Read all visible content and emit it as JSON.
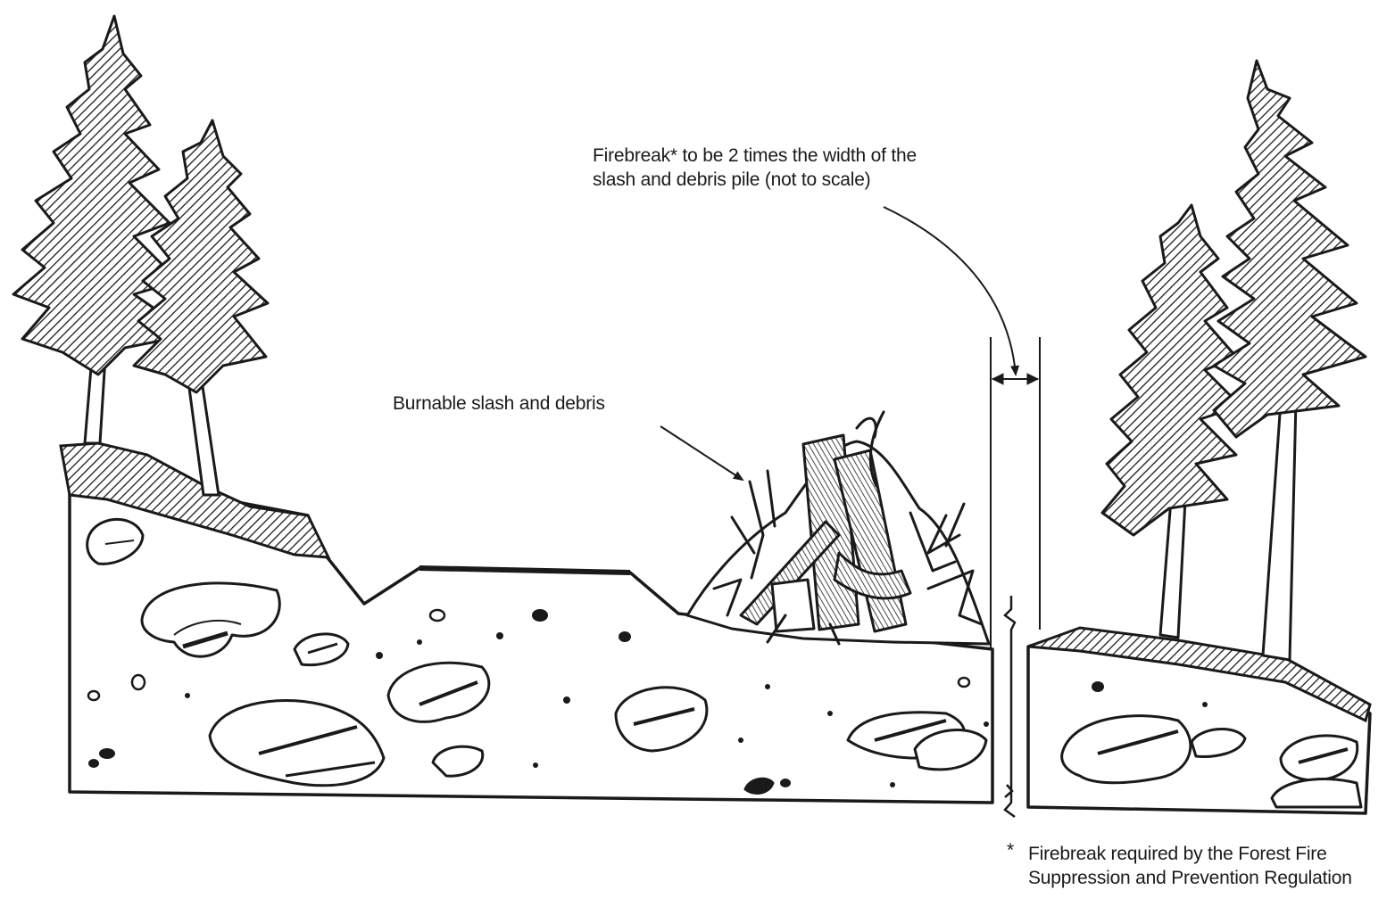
{
  "labels": {
    "firebreak": "Firebreak* to be 2 times the width of the slash and debris pile (not to scale)",
    "slash": "Burnable slash and debris",
    "footnote_marker": "*",
    "footnote_text": "Firebreak required by the Forest Fire Suppression and Prevention Regulation"
  },
  "colors": {
    "ink": "#1a1a1a",
    "background": "#ffffff"
  }
}
